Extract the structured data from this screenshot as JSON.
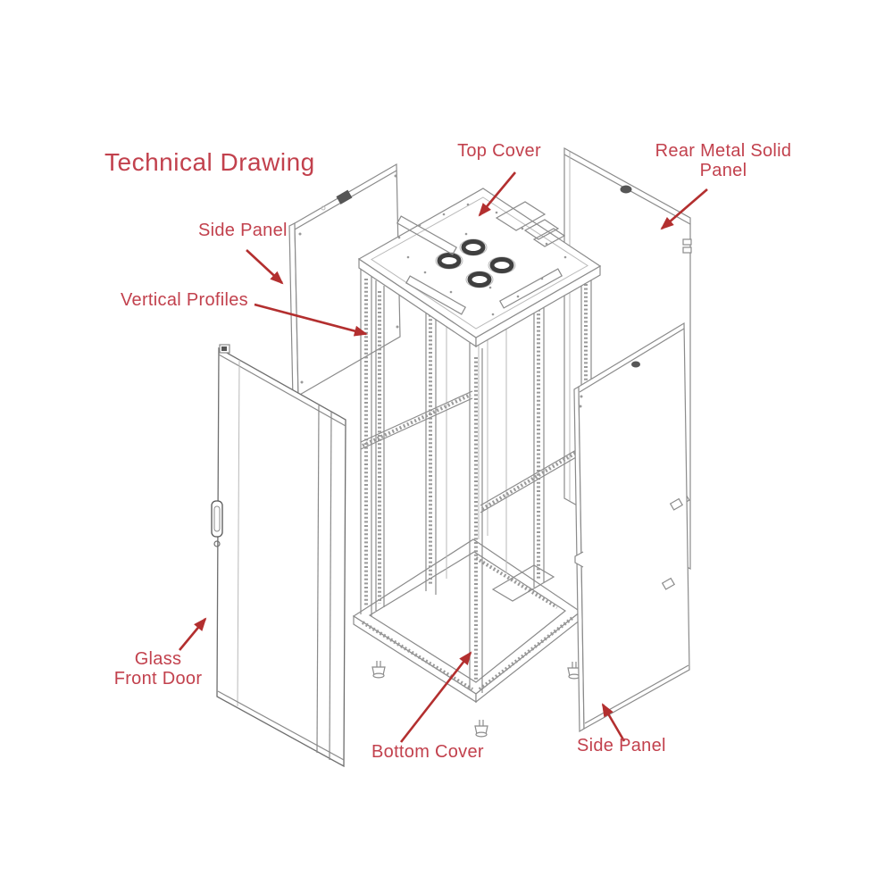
{
  "title": {
    "text": "Technical Drawing"
  },
  "diagram": {
    "type": "exploded-technical-drawing",
    "subject": "rack cabinet",
    "colors": {
      "label": "#c2414d",
      "arrow": "#b32f2f",
      "line": "#8b8b8b"
    },
    "parts": [
      {
        "id": "top-cover",
        "label": "Top Cover"
      },
      {
        "id": "rear-metal-solid-panel",
        "label": "Rear Metal Solid\nPanel"
      },
      {
        "id": "side-panel-left",
        "label": "Side Panel"
      },
      {
        "id": "vertical-profiles",
        "label": "Vertical Profiles"
      },
      {
        "id": "glass-front-door",
        "label": "Glass\nFront Door"
      },
      {
        "id": "bottom-cover",
        "label": "Bottom Cover"
      },
      {
        "id": "side-panel-right",
        "label": "Side Panel"
      }
    ]
  }
}
